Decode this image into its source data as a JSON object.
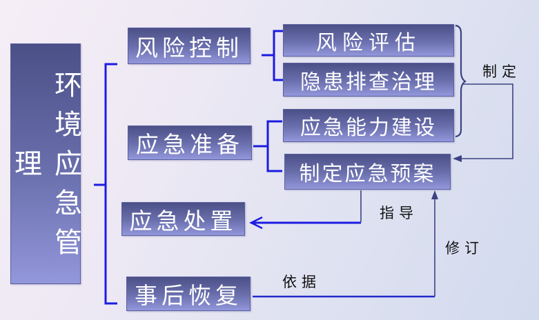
{
  "diagram": {
    "title_node": {
      "label": "环境应急管理"
    },
    "branches": [
      {
        "label": "风险控制"
      },
      {
        "label": "应急准备"
      },
      {
        "label": "应急处置"
      },
      {
        "label": "事后恢复"
      }
    ],
    "sub_nodes": [
      {
        "label": "风险评估",
        "parent": "风险控制"
      },
      {
        "label": "隐患排查治理",
        "parent": "风险控制"
      },
      {
        "label": "应急能力建设",
        "parent": "应急准备"
      },
      {
        "label": "制定应急预案",
        "parent": "应急准备"
      }
    ],
    "edge_labels": {
      "formulate": "制定",
      "guide": "指导",
      "revise": "修订",
      "basis": "依据"
    },
    "colors": {
      "node_gradient_top": "#4b5087",
      "node_gradient_bottom": "#9397db",
      "node_text": "#ffffff",
      "bracket_blue": "#1b1be2",
      "connector_dark": "#3c4183",
      "edge_label_text": "#111111",
      "background_top_left": "#f6eef6",
      "background_bottom_right": "#d2daee"
    }
  }
}
